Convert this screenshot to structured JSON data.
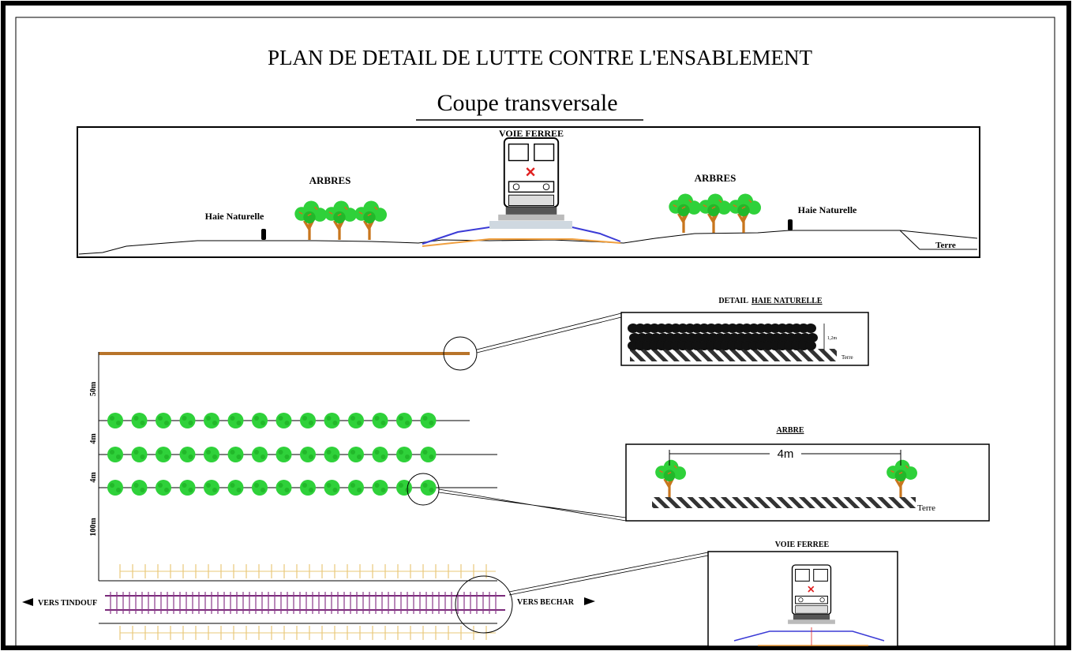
{
  "title": "PLAN DE DETAIL DE LUTTE CONTRE L'ENSABLEMENT",
  "subtitle": "Coupe transversale",
  "section": {
    "voie_label": "VOIE FERREE",
    "arbres_left": "ARBRES",
    "arbres_right": "ARBRES",
    "haie_left": "Haie  Naturelle",
    "haie_right": "Haie  Naturelle",
    "terre": "Terre"
  },
  "plan": {
    "dim_50m": "50m",
    "dim_4m_a": "4m",
    "dim_4m_b": "4m",
    "dim_100m": "100m",
    "vers_left": "VERS TINDOUF",
    "vers_right": "VERS BECHAR",
    "tree_rows": 3,
    "trees_per_row": 14
  },
  "detail_haie": {
    "title_prefix": "DETAIL",
    "title_underlined": "HAIE NATURELLE",
    "dim": "1,2m",
    "terre": "Terre"
  },
  "detail_arbre": {
    "title": "ARBRE",
    "spacing": "4m",
    "terre": "Terre"
  },
  "detail_voie": {
    "title": "VOIE FERREE"
  },
  "colors": {
    "tree_green": "#2fd13a",
    "trunk": "#c8761e",
    "hedge_line": "#b8742a",
    "ballast_blue": "#3b3bd6",
    "ballast_orange": "#f0a040",
    "rail_purple": "#7a2a7a",
    "sleeper": "#e8c87a",
    "locomotive_red": "#e02020"
  }
}
